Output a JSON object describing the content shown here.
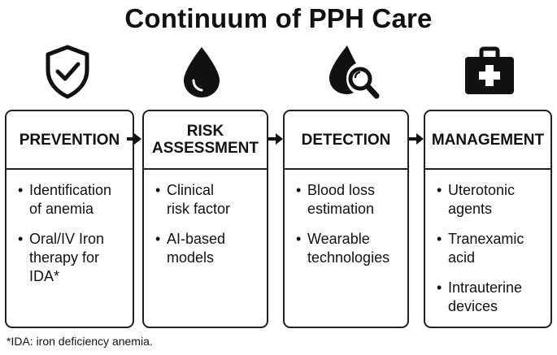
{
  "title": "Continuum of PPH Care",
  "stages": [
    {
      "heading": "PREVENTION",
      "icon": "shield-check-icon",
      "items": [
        "Identification\nof anemia",
        "Oral/IV Iron\ntherapy for\nIDA*"
      ]
    },
    {
      "heading": "RISK\nASSESSMENT",
      "icon": "blood-drop-icon",
      "items": [
        "Clinical\nrisk factor",
        "AI-based\nmodels"
      ]
    },
    {
      "heading": "DETECTION",
      "icon": "drop-magnifier-icon",
      "items": [
        "Blood loss\nestimation",
        "Wearable\ntechnologies"
      ]
    },
    {
      "heading": "MANAGEMENT",
      "icon": "medical-kit-icon",
      "items": [
        "Uterotonic\nagents",
        "Tranexamic\nacid",
        "Intrauterine\ndevices"
      ]
    }
  ],
  "bullet": "•",
  "footnote": "*IDA: iron deficiency anemia."
}
